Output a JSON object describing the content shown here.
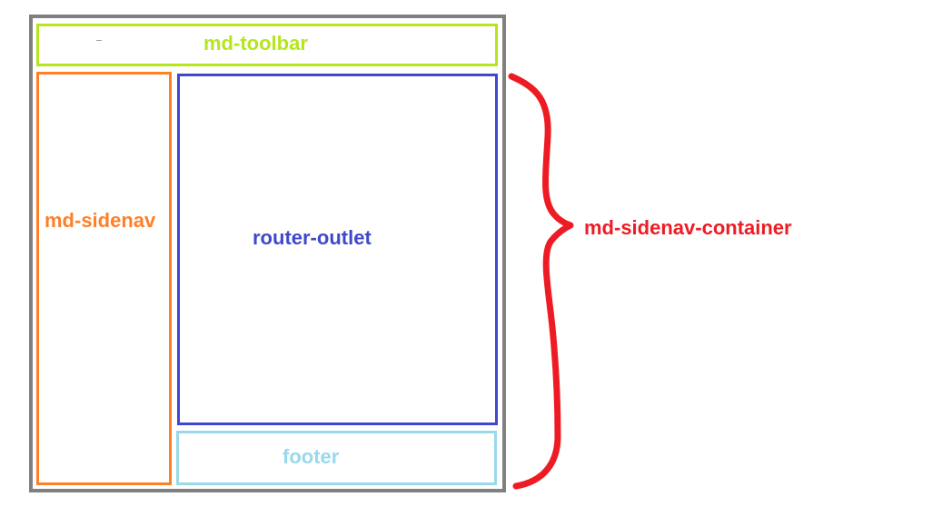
{
  "diagram": {
    "labels": {
      "toolbar": "md-toolbar",
      "sidenav": "md-sidenav",
      "router_outlet": "router-outlet",
      "footer": "footer",
      "container": "md-sidenav-container"
    },
    "colors": {
      "outer_border": "#808080",
      "toolbar": "#b5e61d",
      "sidenav": "#ff7f27",
      "router_outlet": "#3f48cc",
      "footer": "#99d9ea",
      "brace": "#ed1c24"
    }
  }
}
